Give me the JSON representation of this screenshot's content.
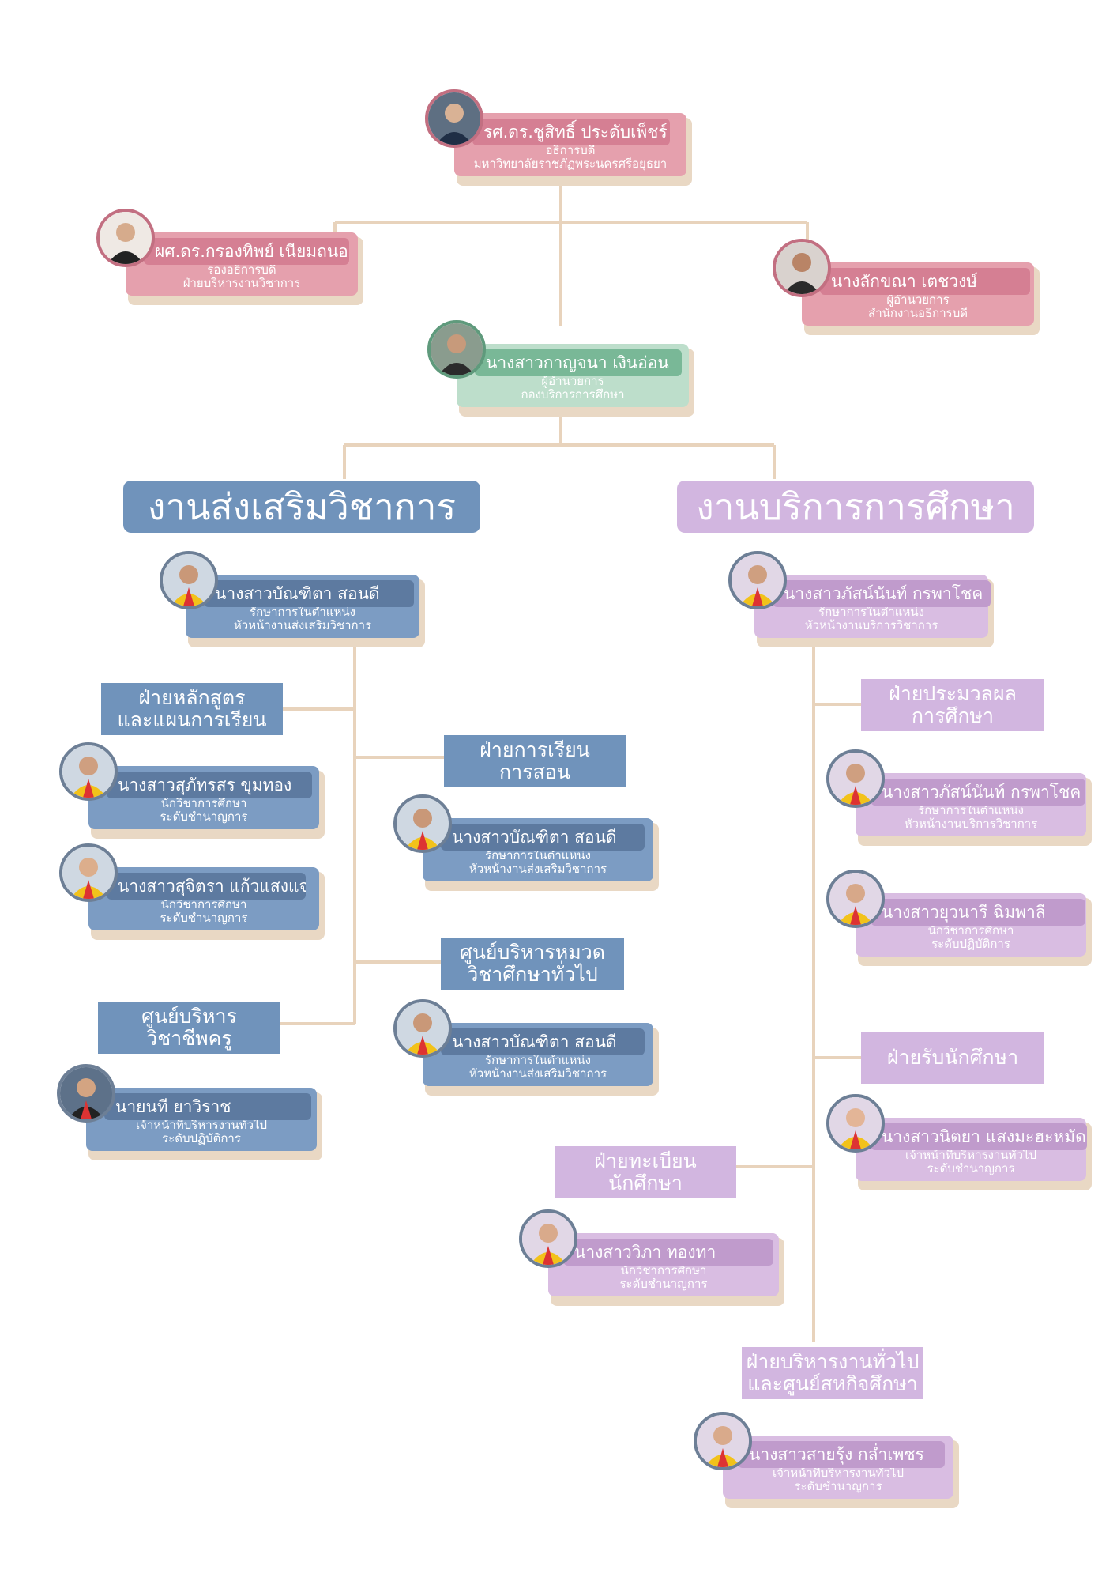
{
  "colors": {
    "line": "#e8d3bc",
    "pink_bar": "#d57f93",
    "pink_body": "#e5a0ad",
    "green_bar": "#79b897",
    "green_body": "#bddecb",
    "blue_bar": "#5d7aa0",
    "blue_body": "#7c9cc3",
    "blue_section": "#7093bb",
    "purple_bar": "#c09bcc",
    "purple_body": "#d9bde2",
    "purple_section": "#d2b6e0"
  },
  "people": {
    "president": {
      "name": "รศ.ดร.ชูสิทธิ์ ประดับเพ็ชร์",
      "title": [
        "อธิการบดี",
        "มหาวิทยาลัยราชภัฏพระนครศรีอยุธยา"
      ]
    },
    "vp_academic": {
      "name": "ผศ.ดร.กรองทิพย์ เนียมถนอม",
      "title": [
        "รองอธิการบดี",
        "ฝ่ายบริหารงานวิชาการ"
      ]
    },
    "director_office": {
      "name": "นางลักขณา เตชวงษ์",
      "title": [
        "ผู้อำนวยการ",
        "สำนักงานอธิการบดี"
      ]
    },
    "director_edu": {
      "name": "นางสาวกาญจนา เงินอ่อน",
      "title": [
        "ผู้อำนวยการ",
        "กองบริการการศึกษา"
      ]
    },
    "head_promo": {
      "name": "นางสาวบัณฑิตา  สอนดี",
      "title": [
        "รักษาการในตำแหน่ง",
        "หัวหน้างานส่งเสริมวิชาการ"
      ]
    },
    "head_service": {
      "name": "นางสาวภัสน์นันท์ กรพาโชค",
      "title": [
        "รักษาการในตำแหน่ง",
        "หัวหน้างานบริการวิชาการ"
      ]
    },
    "curr1": {
      "name": "นางสาวสุภัทรสร ขุมทอง",
      "title": [
        "นักวิชาการศึกษา",
        "ระดับชำนาญการ"
      ]
    },
    "curr2": {
      "name": "นางสาวสุจิตรา แก้วแสงแจ่ม",
      "title": [
        "นักวิชาการศึกษา",
        "ระดับชำนาญการ"
      ]
    },
    "teach1": {
      "name": "นางสาวบัณฑิตา  สอนดี",
      "title": [
        "รักษาการในตำแหน่ง",
        "หัวหน้างานส่งเสริมวิชาการ"
      ]
    },
    "gen1": {
      "name": "นางสาวบัณฑิตา  สอนดี",
      "title": [
        "รักษาการในตำแหน่ง",
        "หัวหน้างานส่งเสริมวิชาการ"
      ]
    },
    "prof1": {
      "name": "นายนที ยาวิราช",
      "title": [
        "เจ้าหน้าที่บริหารงานทั่วไป",
        "ระดับปฏิบัติการ"
      ]
    },
    "eval1": {
      "name": "นางสาวภัสน์นันท์ กรพาโชค",
      "title": [
        "รักษาการในตำแหน่ง",
        "หัวหน้างานบริการวิชาการ"
      ]
    },
    "eval2": {
      "name": "นางสาวยุวนารี ฉิมพาลี",
      "title": [
        "นักวิชาการศึกษา",
        "ระดับปฏิบัติการ"
      ]
    },
    "adm1": {
      "name": "นางสาวนิตยา แสงมะฮะหมัด",
      "title": [
        "เจ้าหน้าที่บริหารงานทั่วไป",
        "ระดับชำนาญการ"
      ]
    },
    "reg1": {
      "name": "นางสาววิภา ทองทา",
      "title": [
        "นักวิชาการศึกษา",
        "ระดับชำนาญการ"
      ]
    },
    "genadm1": {
      "name": "นางสาวสายรุ้ง กล่ำเพชร",
      "title": [
        "เจ้าหน้าที่บริหารงานทั่วไป",
        "ระดับชำนาญการ"
      ]
    }
  },
  "sections": {
    "promo": "งานส่งเสริมวิชาการ",
    "service": "งานบริการการศึกษา"
  },
  "units": {
    "curriculum": [
      "ฝ่ายหลักสูตร",
      "และแผนการเรียน"
    ],
    "teaching": [
      "ฝ่ายการเรียน",
      "การสอน"
    ],
    "general_ed": [
      "ศูนย์บริหารหมวด",
      "วิชาศึกษาทั่วไป"
    ],
    "professional": [
      "ศูนย์บริหาร",
      "วิชาชีพครู"
    ],
    "evaluation": [
      "ฝ่ายประมวลผล",
      "การศึกษา"
    ],
    "admission": [
      "ฝ่ายรับนักศึกษา"
    ],
    "registration": [
      "ฝ่ายทะเบียน",
      "นักศึกษา"
    ],
    "general_admin": [
      "ฝ่ายบริหารงานทั่วไป",
      "และศูนย์สหกิจศึกษา"
    ]
  }
}
